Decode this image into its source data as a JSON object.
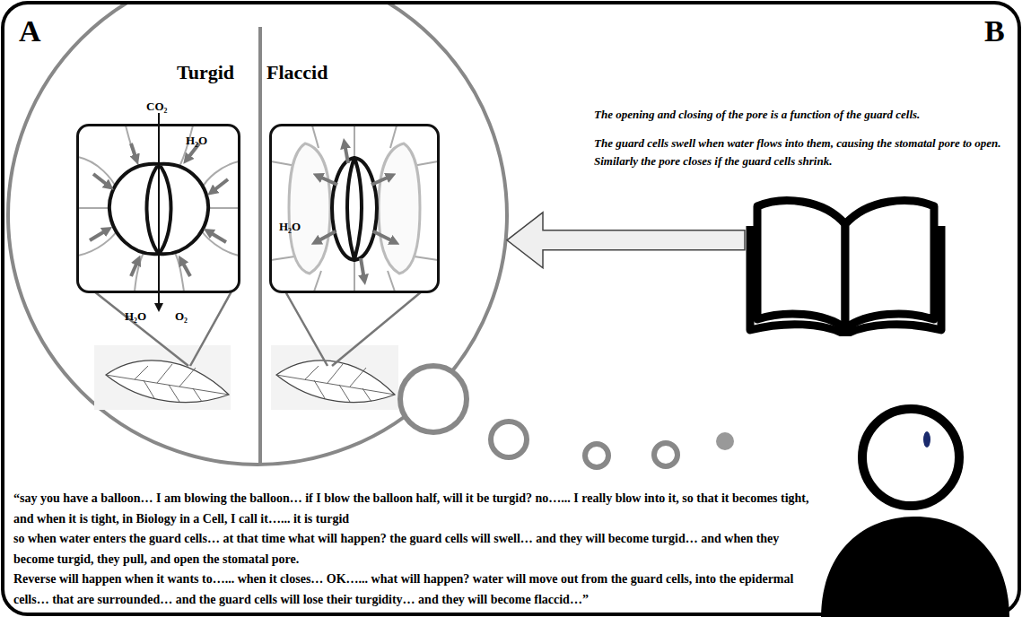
{
  "diagram": {
    "nodes": [
      {
        "text": [
          "Turgid",
          "Flaccid"
        ]
      },
      {
        "text": [
          "CO₂",
          "H₂O",
          "H₂O",
          "O₂"
        ],
        "in": 0
      },
      {
        "text": [
          "H₂O"
        ],
        "in": 0
      },
      {
        "text": [
          "The opening and closing of the pore is a function of the guard cells.",
          "The guard cells swell when water flows into them, causing the stomatal pore to open. Similarly the pore closes if the guard cells shrink."
        ]
      }
    ],
    "edges": [
      {
        "from": 3,
        "to": 0,
        "arrow": "to"
      }
    ],
    "labels": [
      "A",
      "B",
      "“say you have a balloon… I am blowing the balloon… if I blow the balloon half, will it be turgid? no…... I really blow into it, so that it becomes tight, and when it is tight, in Biology in a Cell, I call it…... it is turgid",
      "so when water enters the guard cells… at that time what will happen? the guard cells will swell… and they will become turgid… and when they become turgid, they pull, and open the stomatal pore.",
      "Reverse will happen when it wants to…... when it closes… OK…... what will happen? water will move out from the guard cells, into the epidermal cells… that are surrounded… and the guard cells will lose their turgidity… and they will become flaccid…”"
    ]
  }
}
